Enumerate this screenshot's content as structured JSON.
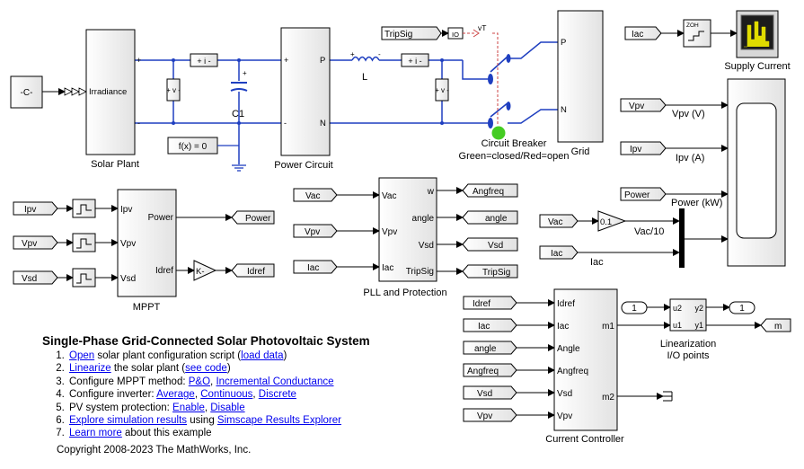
{
  "blocks": {
    "constant": "-C-",
    "irradiance_port": "Irradiance",
    "solar_plant": "Solar Plant",
    "c1": "C1",
    "solver": "f(x) = 0",
    "current_meter": "+ i -",
    "voltage_meter": "+ v -",
    "power_circuit": "Power Circuit",
    "port_P": "P",
    "port_N": "N",
    "plus": "+",
    "minus": "-",
    "inductor": "L",
    "tripsig_from": "TripSig",
    "io_block": "IO",
    "vt_label": "vT",
    "circuit_breaker": "Circuit Breaker",
    "breaker_status": "Green=closed/Red=open",
    "grid": "Grid",
    "zoh": "ZOH",
    "supply_current": "Supply Current",
    "mppt": "MPPT",
    "mppt_in": [
      "Ipv",
      "Vpv",
      "Vsd"
    ],
    "mppt_out": [
      "Power",
      "Idref"
    ],
    "gain_k": "K-",
    "pll": "PLL and Protection",
    "pll_in": [
      "Vac",
      "Vpv",
      "Iac"
    ],
    "pll_out": [
      "w",
      "angle",
      "Vsd",
      "TripSig"
    ],
    "pll_tags": [
      "Angfreq",
      "angle",
      "Vsd",
      "TripSig"
    ],
    "scope_labels": [
      "Vpv (V)",
      "Ipv (A)",
      "Power (kW)",
      "Vac/10",
      "Iac"
    ],
    "scope_tags": [
      "Vpv",
      "Ipv",
      "Power",
      "Vac",
      "Iac"
    ],
    "gain_01": "0.1",
    "cc": "Current Controller",
    "cc_in": [
      "Idref",
      "Iac",
      "Angle",
      "Angfreq",
      "Vsd",
      "Vpv"
    ],
    "cc_tags": [
      "Idref",
      "Iac",
      "angle",
      "Angfreq",
      "Vsd",
      "Vpv"
    ],
    "cc_out": [
      "m1",
      "m2"
    ],
    "lin": "Linearization",
    "lin2": "I/O points",
    "lin_ports": [
      "u2",
      "u1",
      "y2",
      "y1"
    ],
    "one": "1",
    "m": "m"
  },
  "doc": {
    "title": "Single-Phase Grid-Connected Solar Photovoltaic System",
    "item1": {
      "link1": "Open",
      "text1": " solar plant configuration script (",
      "link2": "load data",
      "text2": ")"
    },
    "item2": {
      "link1": "Linearize",
      "text1": " the solar plant (",
      "link2": "see code",
      "text2": ")"
    },
    "item3": {
      "text1": "Configure MPPT method: ",
      "link1": "P&O",
      "sep": ", ",
      "link2": "Incremental Conductance"
    },
    "item4": {
      "text1": "Configure inverter: ",
      "link1": "Average",
      "sep1": ", ",
      "link2": "Continuous",
      "sep2": ", ",
      "link3": "Discrete"
    },
    "item5": {
      "text1": "PV system protection: ",
      "link1": "Enable",
      "sep": ", ",
      "link2": "Disable"
    },
    "item6": {
      "link1": "Explore simulation results",
      "text1": " using ",
      "link2": "Simscape Results Explorer"
    },
    "item7": {
      "link1": "Learn more",
      "text1": " about this example"
    },
    "copyright": "Copyright 2008-2023 The MathWorks, Inc."
  },
  "colors": {
    "wire": "#1f3fc0",
    "signal": "#000000",
    "breaker_status": "#44cc22",
    "link": "#0000ee"
  }
}
